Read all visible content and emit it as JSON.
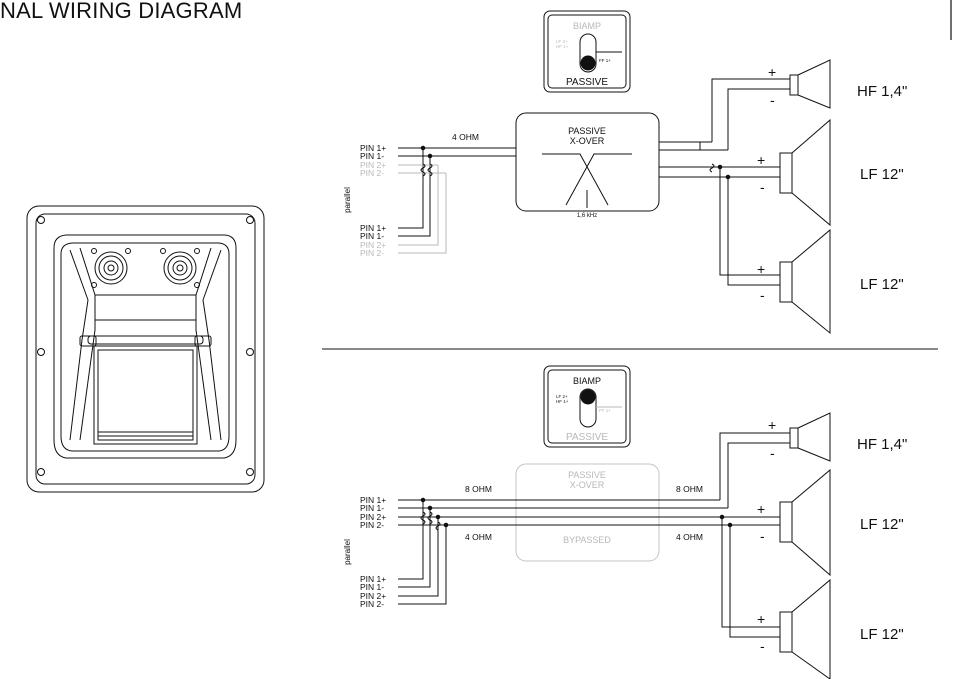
{
  "title": "NAL WIRING DIAGRAM",
  "switch": {
    "top_label": "BIAMP",
    "bottom_label": "PASSIVE",
    "left_small_1": "LF 2+",
    "left_small_2": "HF 1+",
    "right_small": "FF 1+"
  },
  "crossover": {
    "title_1": "PASSIVE",
    "title_2": "X-OVER",
    "frequency": "1,6 kHz",
    "bypassed": "BYPASSED"
  },
  "pins": {
    "p1p": "PIN 1+",
    "p1m": "PIN 1-",
    "p2p": "PIN 2+",
    "p2m": "PIN 2-"
  },
  "parallel": "parallel",
  "ohm": {
    "four": "4 OHM",
    "eight": "8 OHM"
  },
  "speakers": {
    "hf": "HF 1,4\"",
    "lf": "LF 12\""
  },
  "polarity": {
    "plus": "+",
    "minus": "-"
  },
  "colors": {
    "ink": "#111111",
    "faded": "#b8b8b8"
  }
}
